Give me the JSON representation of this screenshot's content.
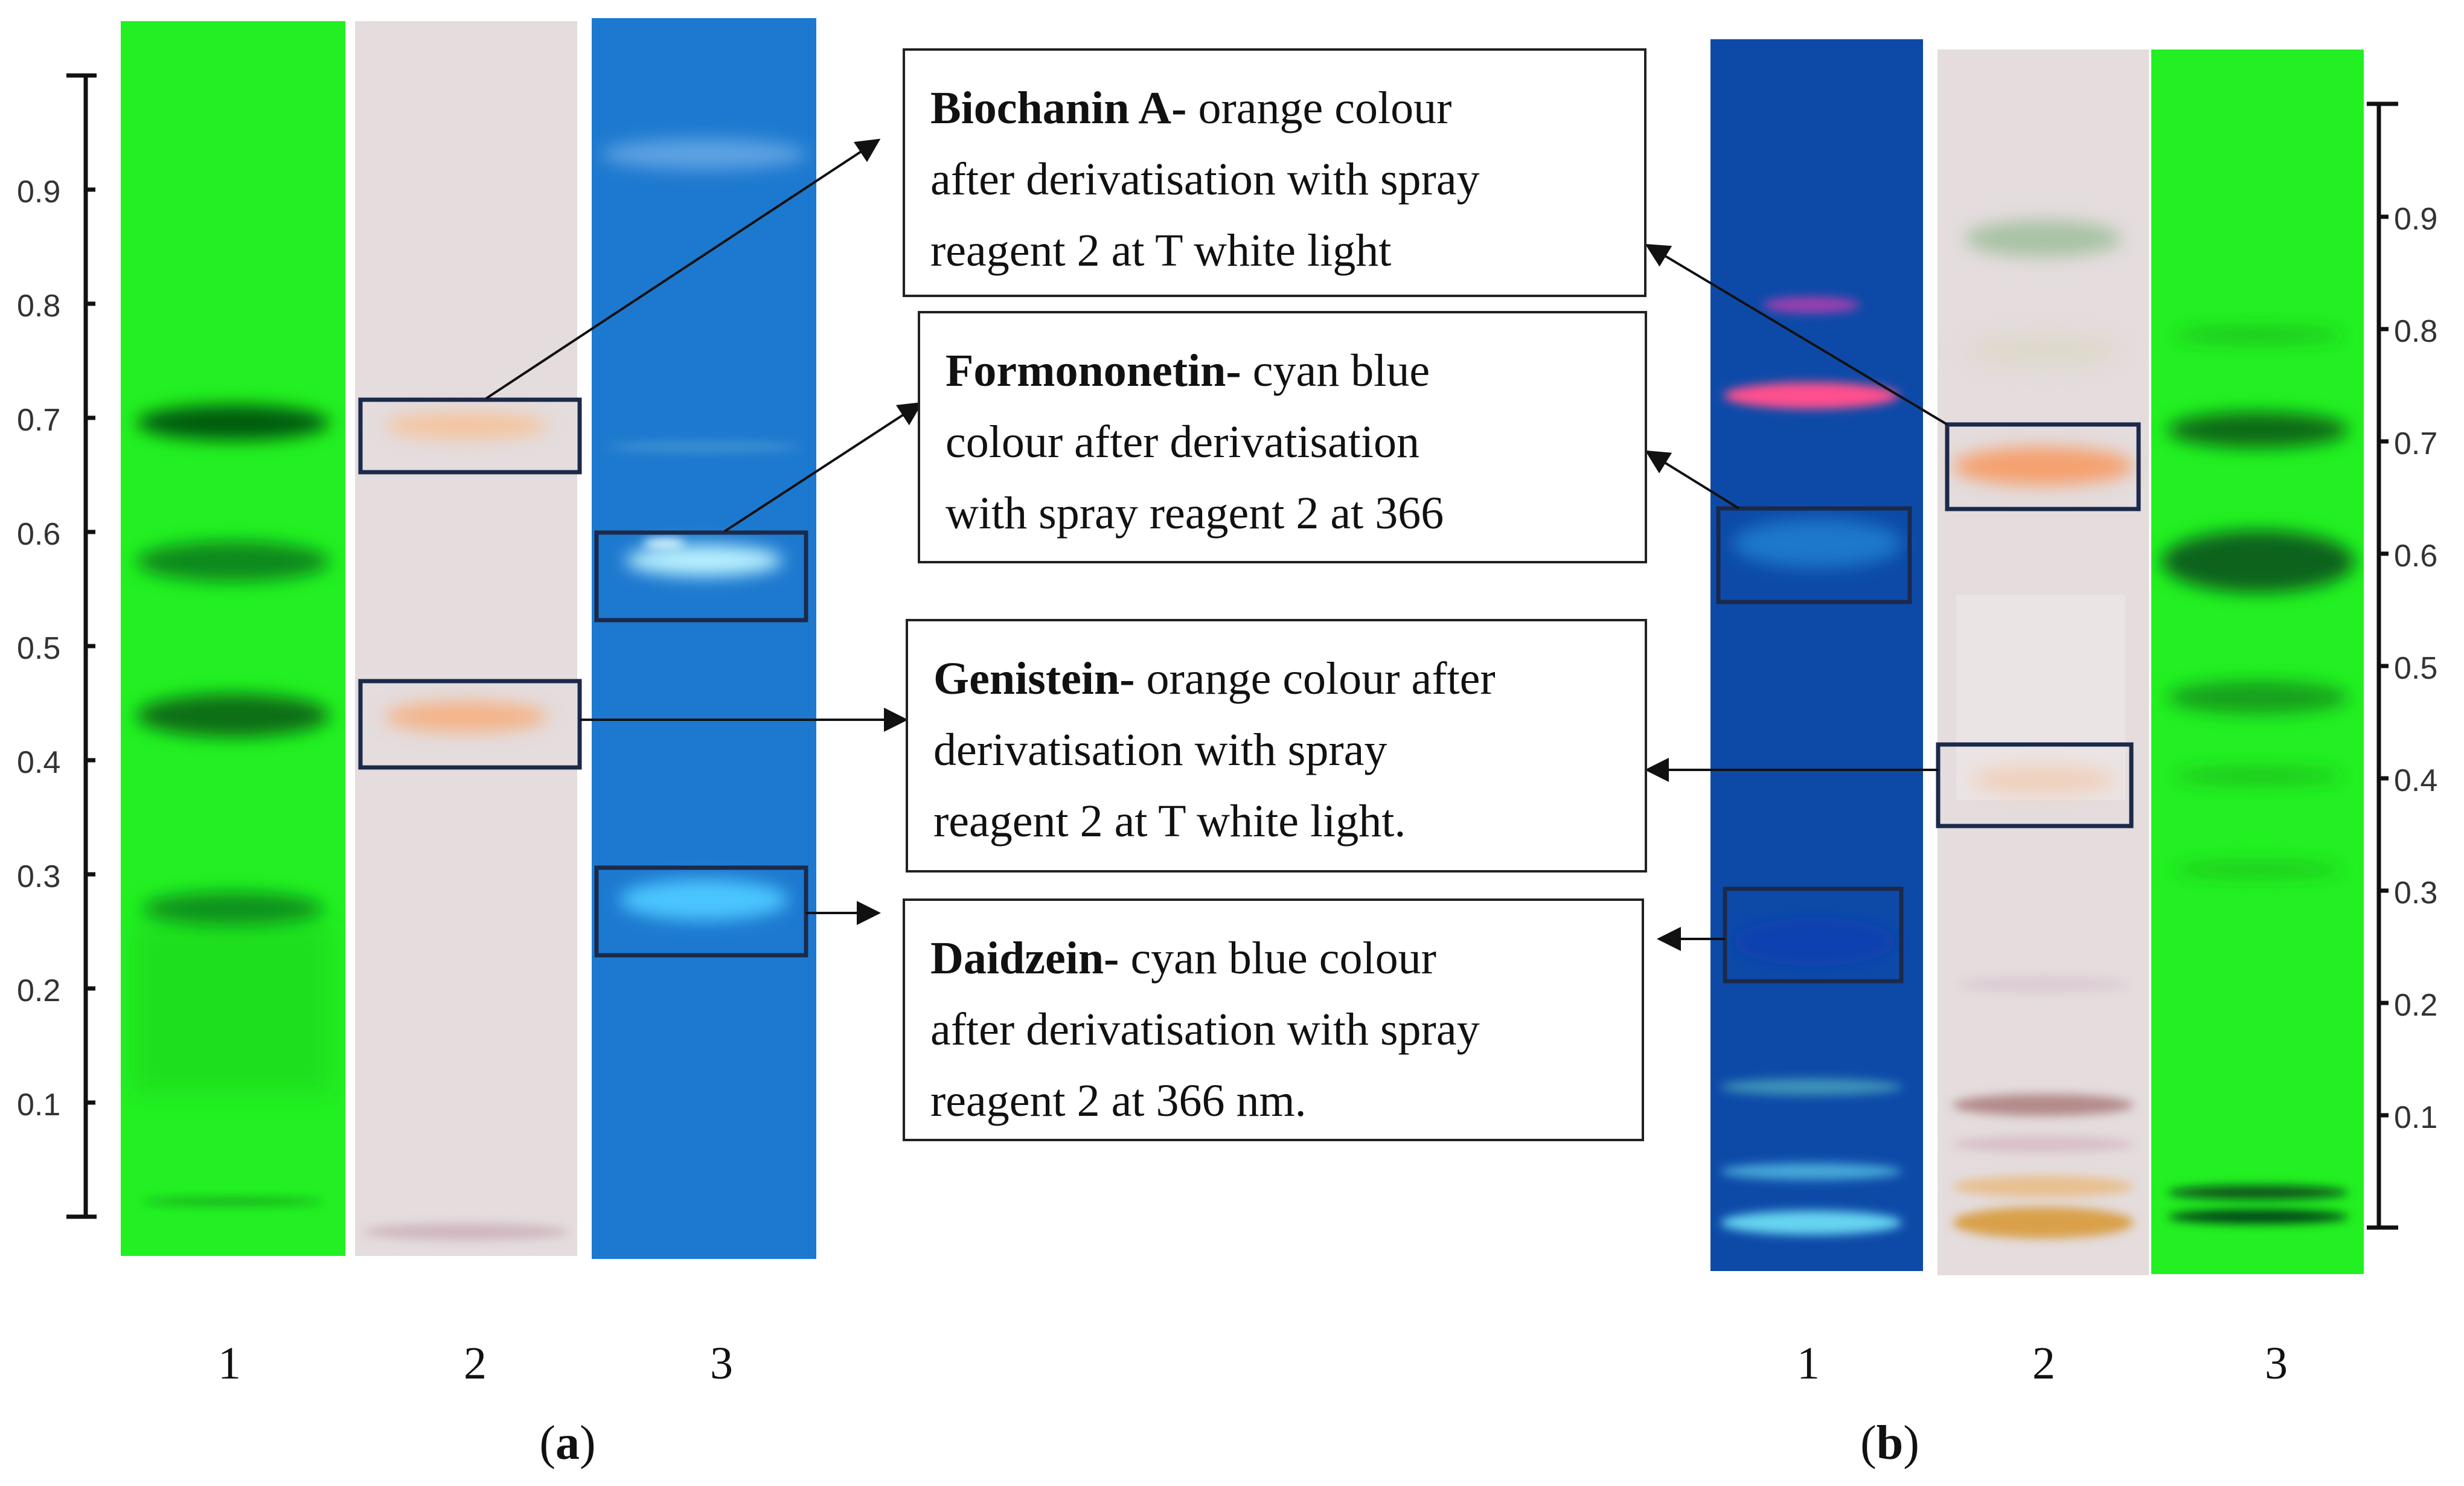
{
  "panels": [
    {
      "id": "a",
      "label": "(a)",
      "label_open": "(",
      "label_letter": "a",
      "label_close": ")",
      "lane_numbers": [
        "1",
        "2",
        "3"
      ]
    },
    {
      "id": "b",
      "label": "(b)",
      "label_open": "(",
      "label_letter": "b",
      "label_close": ")",
      "lane_numbers": [
        "1",
        "2",
        "3"
      ]
    }
  ],
  "rf_ticks": [
    "0.1",
    "0.2",
    "0.3",
    "0.4",
    "0.5",
    "0.6",
    "0.7",
    "0.8",
    "0.9"
  ],
  "annotations": [
    {
      "compound": "Biochanin A-",
      "lines": [
        " orange colour",
        "after derivatisation with spray",
        "reagent 2 at T white light"
      ]
    },
    {
      "compound": "Formononetin-",
      "lines": [
        " cyan blue",
        "colour after derivatisation",
        "with spray reagent 2 at 366"
      ]
    },
    {
      "compound": "Genistein-",
      "lines": [
        " orange colour after",
        "derivatisation with spray",
        "reagent 2 at T white light."
      ]
    },
    {
      "compound": "Daidzein-",
      "lines": [
        " cyan blue colour",
        "after derivatisation with spray",
        "reagent 2 at 366 nm."
      ]
    }
  ],
  "colors": {
    "uv254_plate": "#22f022",
    "white_light_plate": "#e4dcdd",
    "uv366_plate_a": "#1f7fd4",
    "uv366_plate_b": "#0d4aa8",
    "highlight_box": "#1b2a4a",
    "orange_band": "#f4b488",
    "cyan_band": "#8ee4ff",
    "pink_band": "#ff4f8e"
  }
}
